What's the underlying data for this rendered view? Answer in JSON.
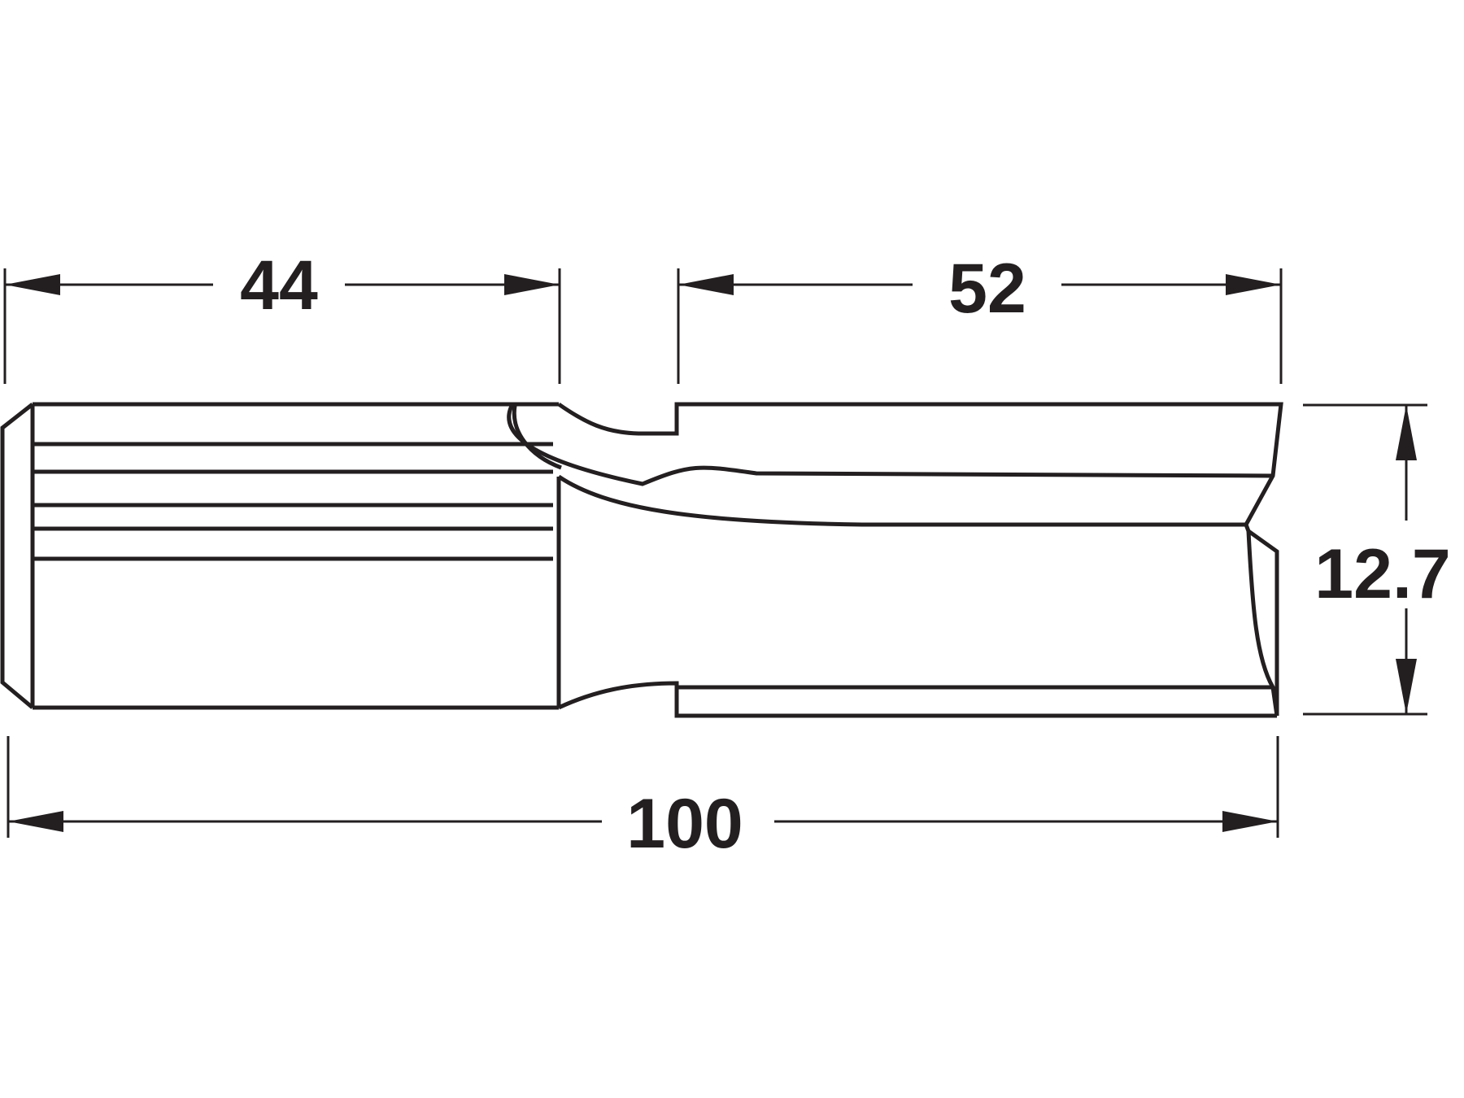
{
  "drawing": {
    "subject": "router-bit",
    "line_color": "#231f20",
    "background": "#ffffff",
    "dimensions": {
      "shank_length": "44",
      "cutter_length": "52",
      "overall_length": "100",
      "diameter": "12.7"
    }
  }
}
